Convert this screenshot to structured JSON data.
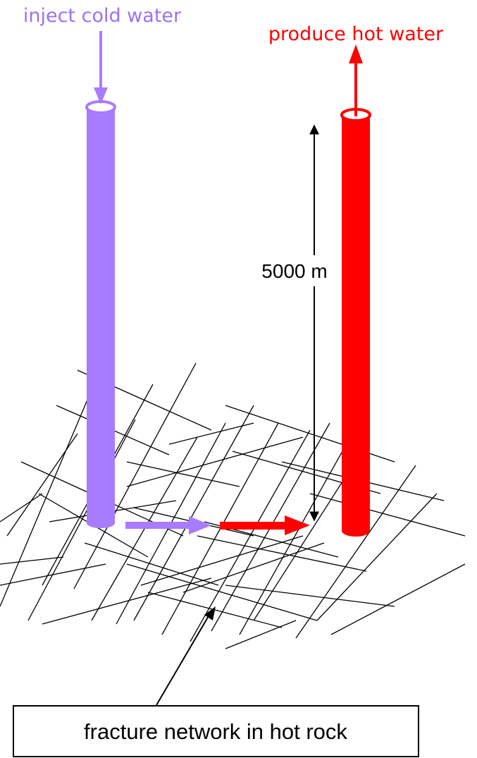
{
  "labels": {
    "inject": "inject cold water",
    "produce": "produce hot water",
    "depth": "5000 m",
    "fracture_box": "fracture network in hot rock"
  },
  "colors": {
    "cold": "#a97bff",
    "hot": "#ff0000",
    "cold_text": "#9a73f0",
    "hot_text": "#ff0000",
    "line": "#000000"
  },
  "icons": {
    "injection_well": "purple-cylinder",
    "production_well": "red-cylinder",
    "fractures": "crossing-line-grid"
  }
}
